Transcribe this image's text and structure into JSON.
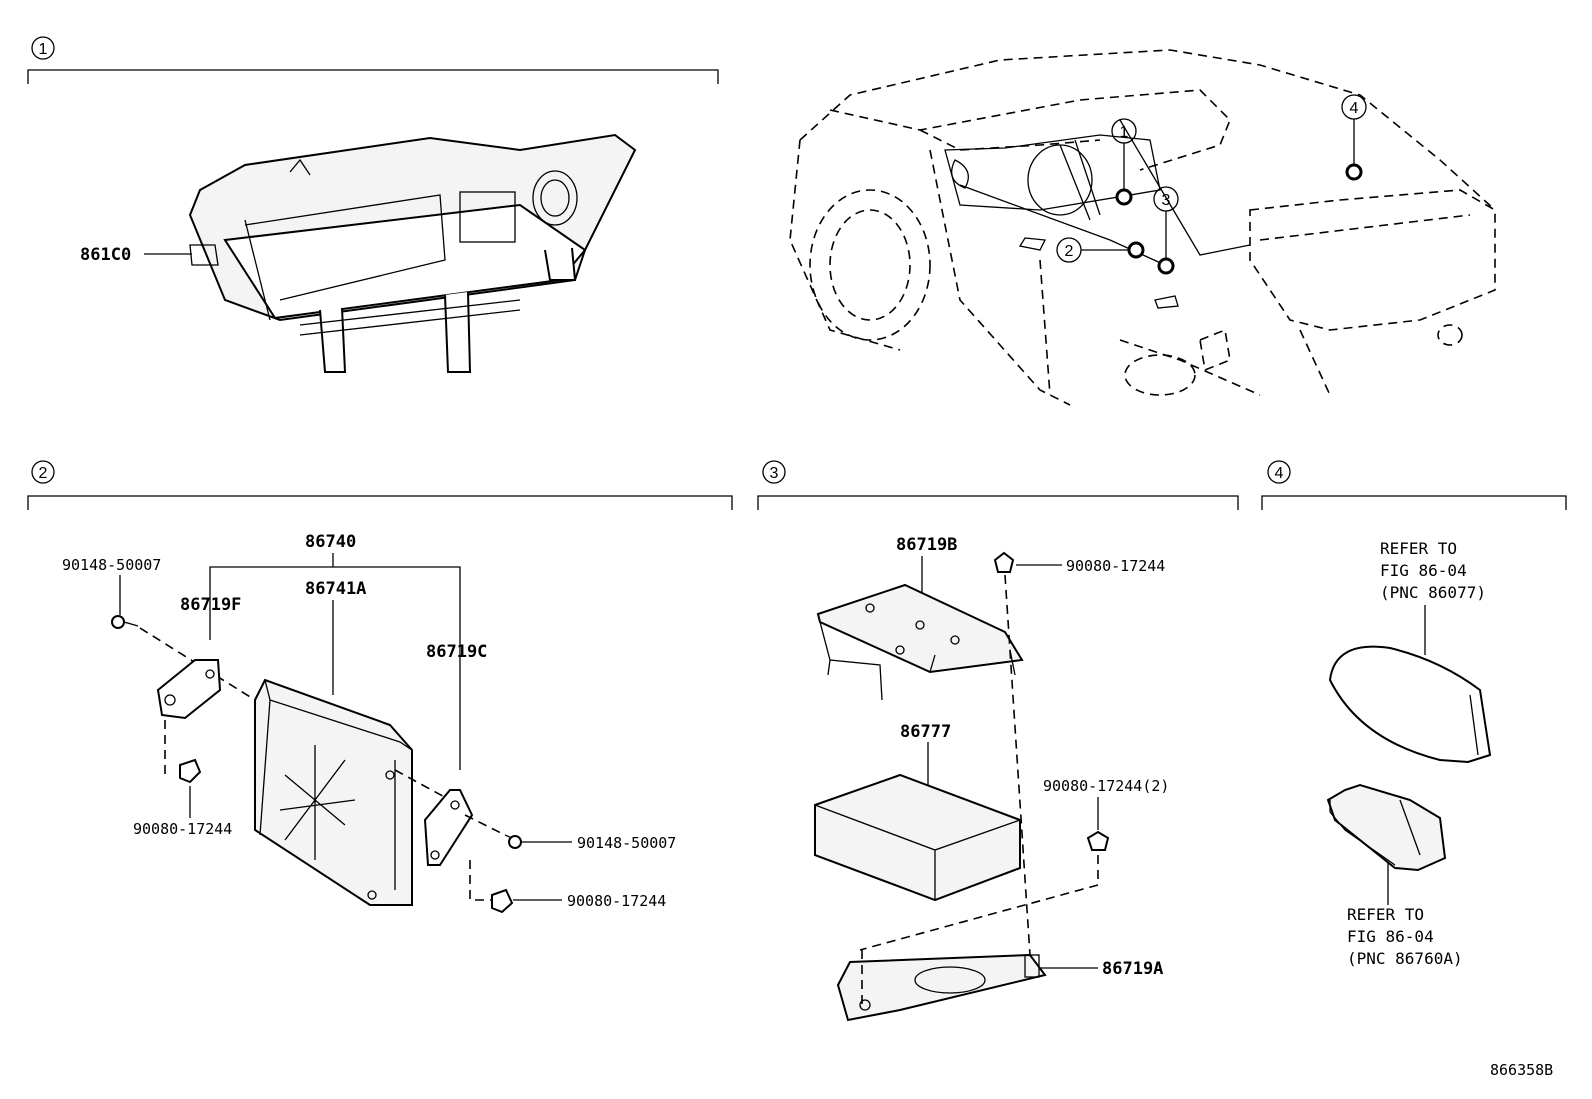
{
  "sections": {
    "s1": "1",
    "s2": "2",
    "s3": "3",
    "s4": "4"
  },
  "car_callouts": [
    "1",
    "2",
    "3",
    "4"
  ],
  "labels": {
    "p861C0": "861C0",
    "p86740": "86740",
    "p86741A": "86741A",
    "p86719F": "86719F",
    "p86719C": "86719C",
    "p90148_a": "90148-50007",
    "p90148_b": "90148-50007",
    "p90080_a": "90080-17244",
    "p90080_b": "90080-17244",
    "p86719B": "86719B",
    "p90080_c": "90080-17244",
    "p86777": "86777",
    "p90080_d": "90080-17244(2)",
    "p86719A": "86719A"
  },
  "refs": {
    "top": [
      "REFER TO",
      "FIG 86-04",
      "(PNC 86077)"
    ],
    "bottom": [
      "REFER TO",
      "FIG 86-04",
      "(PNC 86760A)"
    ]
  },
  "figure_id": "866358B"
}
